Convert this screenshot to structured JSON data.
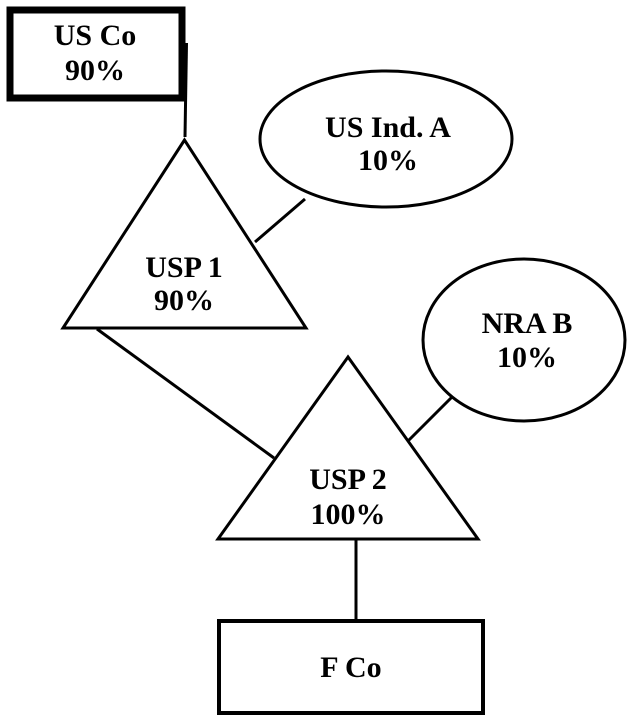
{
  "diagram": {
    "title": "Ownership structure diagram",
    "background_color": "#ffffff",
    "stroke_color": "#000000",
    "text_color": "#000000",
    "nodes": {
      "us_co": {
        "shape": "rectangle",
        "label": "US Co",
        "percent": "90%"
      },
      "us_ind_a": {
        "shape": "ellipse",
        "label": "US Ind. A",
        "percent": "10%"
      },
      "usp1": {
        "shape": "triangle",
        "label": "USP 1",
        "percent": "90%"
      },
      "nra_b": {
        "shape": "ellipse",
        "label": "NRA B",
        "percent": "10%"
      },
      "usp2": {
        "shape": "triangle",
        "label": "USP 2",
        "percent": "100%"
      },
      "f_co": {
        "shape": "rectangle",
        "label": "F Co",
        "percent": ""
      }
    },
    "edges": [
      {
        "from": "US Co",
        "to": "USP 1"
      },
      {
        "from": "US Ind. A",
        "to": "USP 1"
      },
      {
        "from": "USP 1",
        "to": "USP 2"
      },
      {
        "from": "NRA B",
        "to": "USP 2"
      },
      {
        "from": "USP 2",
        "to": "F Co"
      }
    ]
  }
}
